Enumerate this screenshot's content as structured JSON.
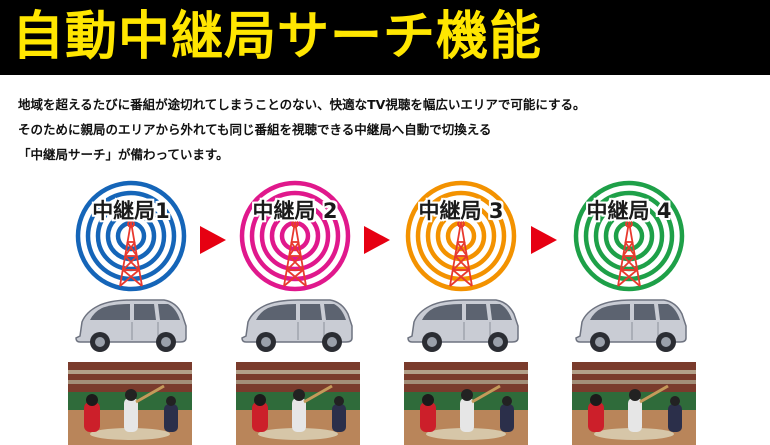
{
  "header": {
    "title": "自動中継局サーチ機能",
    "title_color": "#ffe600",
    "background": "#000000"
  },
  "description": {
    "line1": "地域を超えるたびに番組が途切れてしまうことのない、快適なTV視聴を幅広いエリアで可能にする。",
    "line2": "そのために親局のエリアから外れても同じ番組を視聴できる中継局へ自動で切換える",
    "line3": "「中継局サーチ」が備わっています。"
  },
  "stations": [
    {
      "label": "中継局1",
      "ring_color": "#1565b8"
    },
    {
      "label": "中継局 2",
      "ring_color": "#e0188c"
    },
    {
      "label": "中継局 3",
      "ring_color": "#f39200"
    },
    {
      "label": "中継局 4",
      "ring_color": "#1ea048"
    }
  ],
  "arrow_color": "#e60012",
  "tower_color": "#e8392e",
  "icons": {
    "tower": "antenna-tower-icon",
    "arrow": "arrow-right-icon",
    "car": "minivan-icon"
  }
}
